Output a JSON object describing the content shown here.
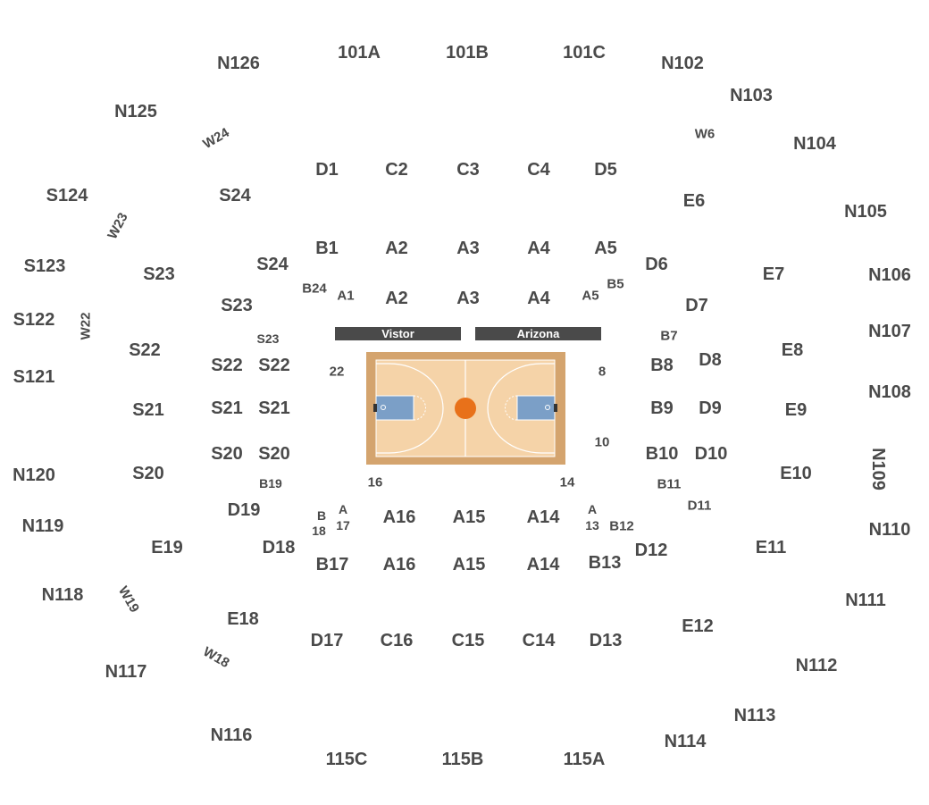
{
  "sections": {
    "outer_top": [
      "101A",
      "101B",
      "101C"
    ],
    "outer_bottom": [
      "115C",
      "115B",
      "115A"
    ],
    "north": [
      "N126",
      "N102",
      "N125",
      "N103",
      "N104",
      "N105",
      "N106",
      "N107",
      "N108",
      "N109",
      "N110",
      "N111",
      "N112",
      "N113",
      "N114",
      "N116",
      "N117",
      "N118",
      "N119",
      "N120"
    ],
    "south_outer": [
      "S124",
      "S123",
      "S122",
      "S121"
    ],
    "walkways": [
      "W24",
      "W6",
      "W23",
      "W22",
      "W19",
      "W18"
    ],
    "c_row": [
      "C2",
      "C3",
      "C4",
      "C16",
      "C15",
      "C14"
    ],
    "d_row": [
      "D1",
      "D5",
      "D6",
      "D7",
      "D8",
      "D9",
      "D10",
      "D11",
      "D12",
      "D13",
      "D17",
      "D18",
      "D19"
    ],
    "e_row": [
      "E6",
      "E7",
      "E8",
      "E9",
      "E10",
      "E11",
      "E12",
      "E18",
      "E19"
    ],
    "s_mid": [
      "S24",
      "S23",
      "S22",
      "S21",
      "S20"
    ],
    "s_inner": [
      "S24",
      "S23",
      "S22",
      "S22",
      "S21",
      "S21",
      "S20",
      "S20",
      "S23"
    ],
    "b_row": [
      "B1",
      "B24",
      "B5",
      "B7",
      "B8",
      "B9",
      "B10",
      "B11",
      "B12",
      "B13",
      "B17",
      "B19"
    ],
    "a_row": [
      "A2",
      "A3",
      "A4",
      "A5",
      "A1",
      "A2",
      "A3",
      "A4",
      "A5",
      "A16",
      "A15",
      "A14",
      "A16",
      "A15",
      "A14"
    ],
    "stacked_corner": [
      {
        "top": "B",
        "bottom": "18"
      },
      {
        "top": "A",
        "bottom": "17"
      },
      {
        "top": "A",
        "bottom": "13"
      }
    ],
    "floor": [
      "22",
      "8",
      "10",
      "16",
      "14"
    ]
  },
  "team_labels": {
    "visitor": "Vistor",
    "home": "Arizona"
  },
  "colors": {
    "text": "#4a4a4a",
    "court_border": "#d4a46e",
    "court_floor": "#f5d3a8",
    "paint": "#7b9fc7",
    "ball": "#e8711a"
  }
}
